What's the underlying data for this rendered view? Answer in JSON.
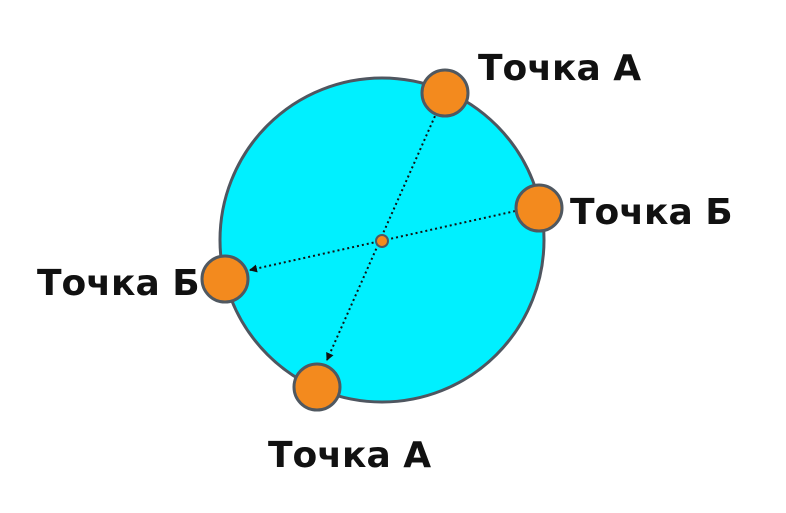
{
  "colors": {
    "circle_fill": "#00F0FF",
    "circle_stroke": "#4F5660",
    "point_fill": "#F38A1E",
    "point_stroke": "#505860",
    "line_color": "#111111",
    "text_color": "#111111",
    "background": "#FFFFFF"
  },
  "labels": {
    "point_a_top": "Точка А",
    "point_b_right": "Точка Б",
    "point_b_left": "Точка Б",
    "point_a_bottom": "Точка А"
  }
}
